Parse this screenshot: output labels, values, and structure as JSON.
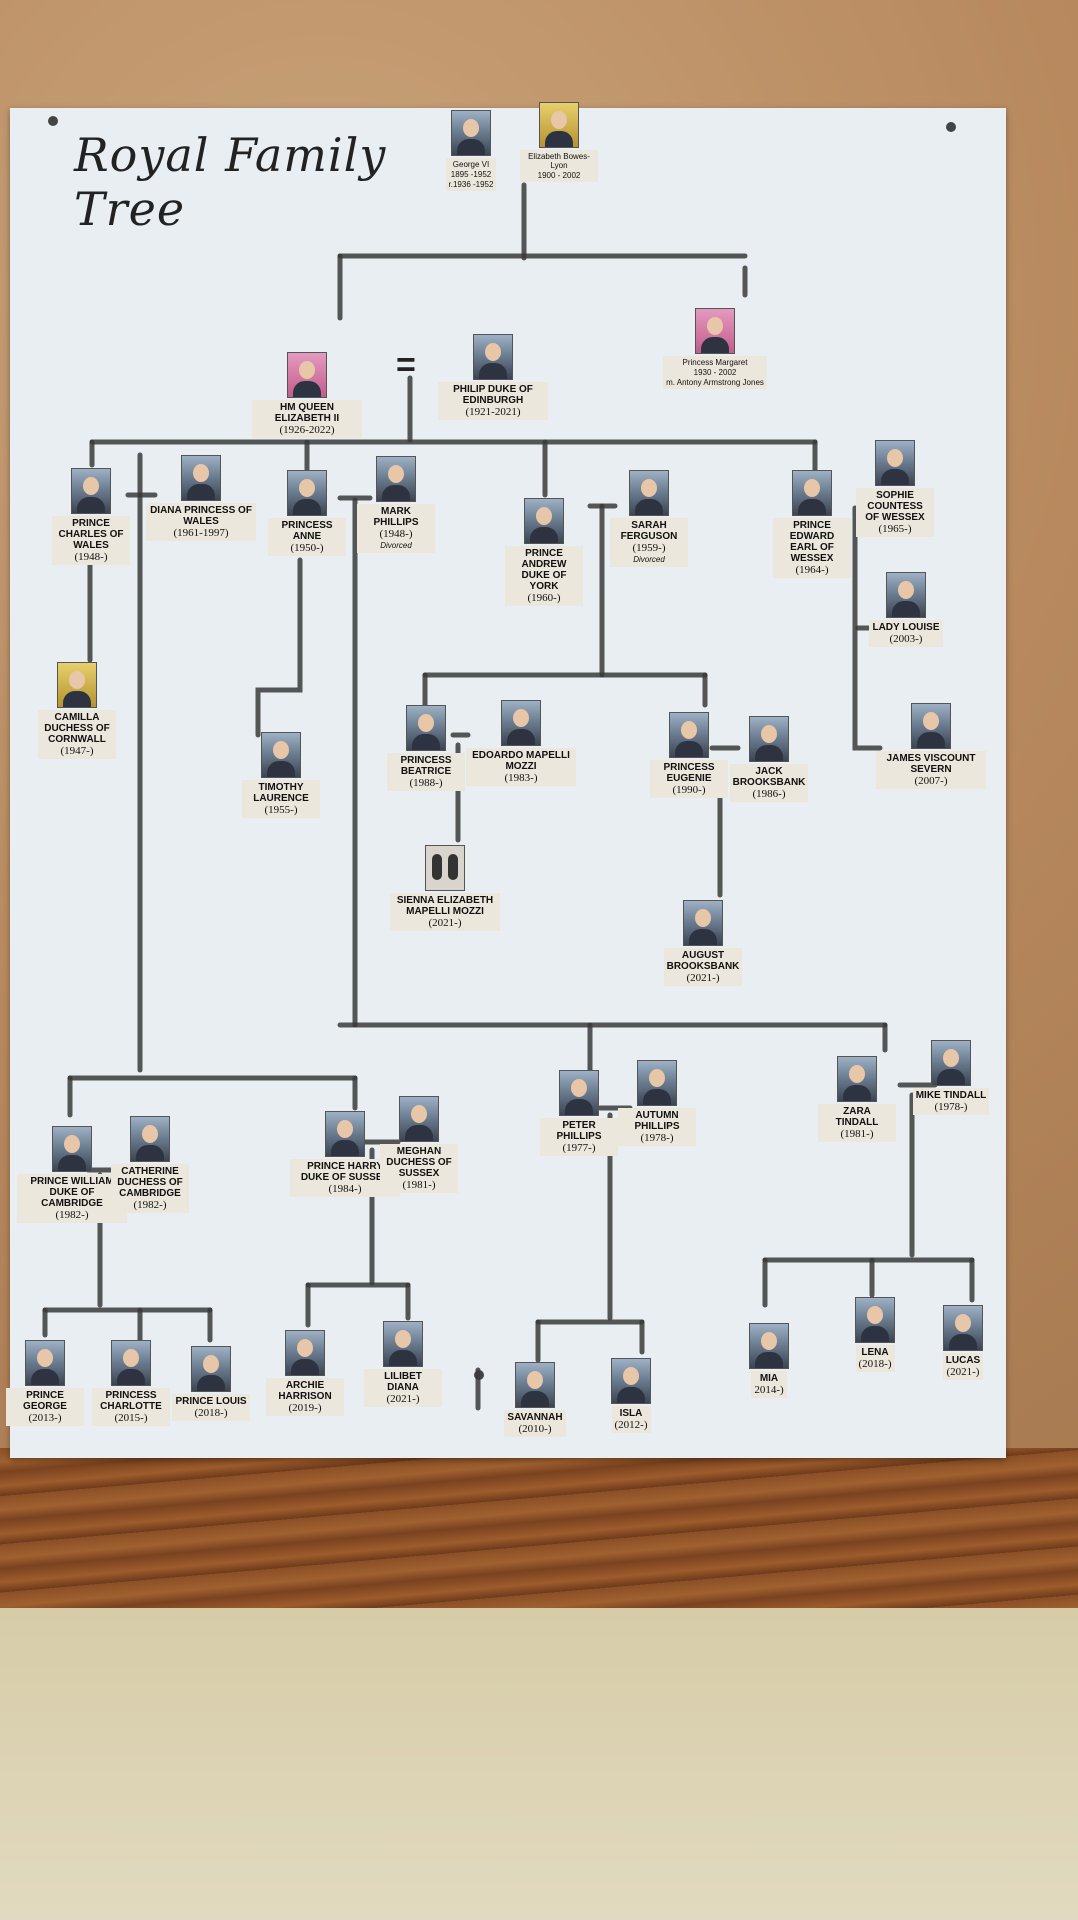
{
  "title": "Royal Family Tree",
  "marriage_symbol": "=",
  "people": [
    {
      "id": "george6",
      "name": "George VI",
      "years": [
        "1895 -1952",
        "r.1936 -1952"
      ],
      "photo": "portrait",
      "small": true
    },
    {
      "id": "elizabeth_bl",
      "name": "Elizabeth Bowes-Lyon",
      "years": [
        "1900 - 2002"
      ],
      "photo": "gold",
      "small": true
    },
    {
      "id": "elizabeth2",
      "name": "HM Queen Elizabeth II",
      "years": [
        "(1926-2022)"
      ],
      "photo": "pink",
      "wide": true
    },
    {
      "id": "philip",
      "name": "Philip Duke of Edinburgh",
      "years": [
        "(1921-2021)"
      ],
      "photo": "portrait",
      "wide": true
    },
    {
      "id": "margaret",
      "name": "Princess Margaret",
      "years": [
        "1930 - 2002",
        "m. Antony Armstrong Jones"
      ],
      "photo": "pink",
      "small": true,
      "wide": true
    },
    {
      "id": "charles",
      "name": "Prince Charles of Wales",
      "years": [
        "(1948-)"
      ],
      "photo": "portrait"
    },
    {
      "id": "diana",
      "name": "Diana Princess of Wales",
      "years": [
        "(1961-1997)"
      ],
      "photo": "portrait",
      "wide": true
    },
    {
      "id": "anne",
      "name": "Princess Anne",
      "years": [
        "(1950-)"
      ],
      "photo": "portrait"
    },
    {
      "id": "mark",
      "name": "Mark Phillips",
      "years": [
        "(1948-)"
      ],
      "note": "Divorced",
      "photo": "portrait"
    },
    {
      "id": "andrew",
      "name": "Prince Andrew Duke of York",
      "years": [
        "(1960-)"
      ],
      "photo": "portrait"
    },
    {
      "id": "sarah",
      "name": "Sarah Ferguson",
      "years": [
        "(1959-)"
      ],
      "note": "Divorced",
      "photo": "portrait"
    },
    {
      "id": "edward",
      "name": "Prince Edward Earl of Wessex",
      "years": [
        "(1964-)"
      ],
      "photo": "portrait"
    },
    {
      "id": "sophie",
      "name": "Sophie Countess of Wessex",
      "years": [
        "(1965-)"
      ],
      "photo": "portrait"
    },
    {
      "id": "louise",
      "name": "Lady Louise",
      "years": [
        "(2003-)"
      ],
      "photo": "portrait"
    },
    {
      "id": "james",
      "name": "James Viscount Severn",
      "years": [
        "(2007-)"
      ],
      "photo": "portrait",
      "wide": true
    },
    {
      "id": "camilla",
      "name": "Camilla Duchess of Cornwall",
      "years": [
        "(1947-)"
      ],
      "photo": "gold"
    },
    {
      "id": "timothy",
      "name": "Timothy Laurence",
      "years": [
        "(1955-)"
      ],
      "photo": "portrait"
    },
    {
      "id": "beatrice",
      "name": "Princess Beatrice",
      "years": [
        "(1988-)"
      ],
      "photo": "portrait"
    },
    {
      "id": "edoardo",
      "name": "Edoardo Mapelli Mozzi",
      "years": [
        "(1983-)"
      ],
      "photo": "portrait",
      "wide": true
    },
    {
      "id": "eugenie",
      "name": "Princess Eugenie",
      "years": [
        "(1990-)"
      ],
      "photo": "portrait"
    },
    {
      "id": "jack",
      "name": "Jack Brooksbank",
      "years": [
        "(1986-)"
      ],
      "photo": "portrait"
    },
    {
      "id": "sienna",
      "name": "Sienna Elizabeth Mapelli Mozzi",
      "years": [
        "(2021-)"
      ],
      "photo": "feet",
      "wide": true
    },
    {
      "id": "august",
      "name": "August Brooksbank",
      "years": [
        "(2021-)"
      ],
      "photo": "portrait"
    },
    {
      "id": "william",
      "name": "Prince William Duke of Cambridge",
      "years": [
        "(1982-)"
      ],
      "photo": "portrait",
      "wide": true
    },
    {
      "id": "catherine",
      "name": "Catherine Duchess of Cambridge",
      "years": [
        "(1982-)"
      ],
      "photo": "portrait"
    },
    {
      "id": "harry",
      "name": "Prince Harry Duke of Sussex",
      "years": [
        "(1984-)"
      ],
      "photo": "portrait",
      "wide": true
    },
    {
      "id": "meghan",
      "name": "Meghan Duchess of Sussex",
      "years": [
        "(1981-)"
      ],
      "photo": "portrait"
    },
    {
      "id": "peter",
      "name": "Peter Phillips",
      "years": [
        "(1977-)"
      ],
      "photo": "portrait"
    },
    {
      "id": "autumn",
      "name": "Autumn Phillips",
      "years": [
        "(1978-)"
      ],
      "photo": "portrait"
    },
    {
      "id": "zara",
      "name": "Zara Tindall",
      "years": [
        "(1981-)"
      ],
      "photo": "portrait"
    },
    {
      "id": "mike",
      "name": "Mike Tindall",
      "years": [
        "(1978-)"
      ],
      "photo": "portrait"
    },
    {
      "id": "george",
      "name": "Prince George",
      "years": [
        "(2013-)"
      ],
      "photo": "portrait"
    },
    {
      "id": "charlotte",
      "name": "Princess Charlotte",
      "years": [
        "(2015-)"
      ],
      "photo": "portrait"
    },
    {
      "id": "louis",
      "name": "Prince Louis",
      "years": [
        "(2018-)"
      ],
      "photo": "portrait"
    },
    {
      "id": "archie",
      "name": "Archie Harrison",
      "years": [
        "(2019-)"
      ],
      "photo": "portrait"
    },
    {
      "id": "lilibet",
      "name": "Lilibet Diana",
      "years": [
        "(2021-)"
      ],
      "photo": "portrait"
    },
    {
      "id": "savannah",
      "name": "Savannah",
      "years": [
        "(2010-)"
      ],
      "photo": "portrait"
    },
    {
      "id": "isla",
      "name": "Isla",
      "years": [
        "(2012-)"
      ],
      "photo": "portrait"
    },
    {
      "id": "mia",
      "name": "Mia",
      "years": [
        "2014-)"
      ],
      "photo": "portrait"
    },
    {
      "id": "lena",
      "name": "Lena",
      "years": [
        "(2018-)"
      ],
      "photo": "portrait"
    },
    {
      "id": "lucas",
      "name": "Lucas",
      "years": [
        "(2021-)"
      ],
      "photo": "portrait"
    }
  ],
  "relationships": [
    {
      "type": "marriage",
      "members": [
        "george6",
        "elizabeth_bl"
      ],
      "children": [
        "elizabeth2",
        "margaret"
      ]
    },
    {
      "type": "marriage",
      "members": [
        "elizabeth2",
        "philip"
      ],
      "children": [
        "charles",
        "anne",
        "andrew",
        "edward"
      ]
    },
    {
      "type": "marriage",
      "members": [
        "charles",
        "diana"
      ],
      "children": [
        "william",
        "harry"
      ]
    },
    {
      "type": "marriage",
      "members": [
        "charles",
        "camilla"
      ]
    },
    {
      "type": "marriage",
      "members": [
        "anne",
        "mark"
      ],
      "children": [
        "peter",
        "zara"
      ]
    },
    {
      "type": "marriage",
      "members": [
        "anne",
        "timothy"
      ]
    },
    {
      "type": "marriage",
      "members": [
        "andrew",
        "sarah"
      ],
      "children": [
        "beatrice",
        "eugenie"
      ]
    },
    {
      "type": "marriage",
      "members": [
        "edward",
        "sophie"
      ],
      "children": [
        "louise",
        "james"
      ]
    },
    {
      "type": "marriage",
      "members": [
        "beatrice",
        "edoardo"
      ],
      "children": [
        "sienna"
      ]
    },
    {
      "type": "marriage",
      "members": [
        "eugenie",
        "jack"
      ],
      "children": [
        "august"
      ]
    },
    {
      "type": "marriage",
      "members": [
        "william",
        "catherine"
      ],
      "children": [
        "george",
        "charlotte",
        "louis"
      ]
    },
    {
      "type": "marriage",
      "members": [
        "harry",
        "meghan"
      ],
      "children": [
        "archie",
        "lilibet"
      ]
    },
    {
      "type": "marriage",
      "members": [
        "peter",
        "autumn"
      ],
      "children": [
        "savannah",
        "isla"
      ]
    },
    {
      "type": "marriage",
      "members": [
        "zara",
        "mike"
      ],
      "children": [
        "mia",
        "lena",
        "lucas"
      ]
    }
  ],
  "colors": {
    "board": "#e9eef2",
    "cork": "#b8895e",
    "frame": "#8a4f26",
    "line": "#3a3a3a",
    "label_bg": "#ece7dc"
  }
}
